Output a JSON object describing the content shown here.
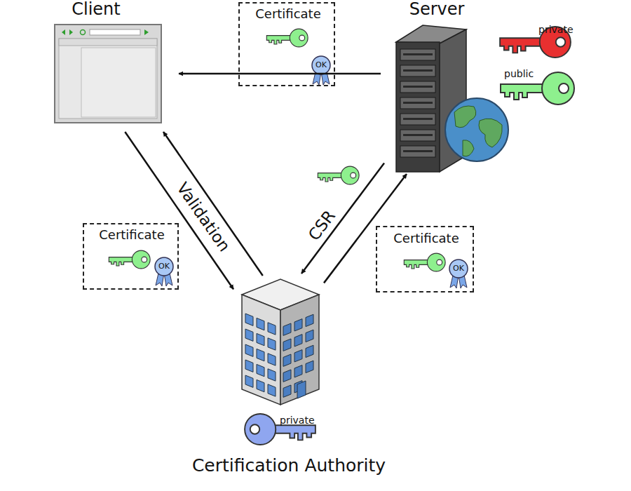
{
  "diagram": {
    "nodes": [
      {
        "text": [
          "Client"
        ]
      },
      {
        "text": [
          "Certificate"
        ]
      },
      {
        "text": [
          "Server"
        ]
      },
      {
        "text": [
          "Certificate"
        ]
      },
      {
        "text": [
          "Certificate"
        ]
      },
      {
        "text": [
          "Certification Authority"
        ]
      }
    ],
    "edges": [
      {
        "from": 2,
        "to": 0,
        "arrow": "to"
      },
      {
        "from": 0,
        "to": 5,
        "label": "Validation",
        "arrow": "to"
      },
      {
        "from": 5,
        "to": 0,
        "arrow": "to"
      },
      {
        "from": 2,
        "to": 5,
        "label": "CSR",
        "arrow": "to"
      },
      {
        "from": 5,
        "to": 2,
        "arrow": "to"
      }
    ],
    "labels": [
      "private",
      "public",
      "OK",
      "OK",
      "OK",
      "private"
    ]
  }
}
